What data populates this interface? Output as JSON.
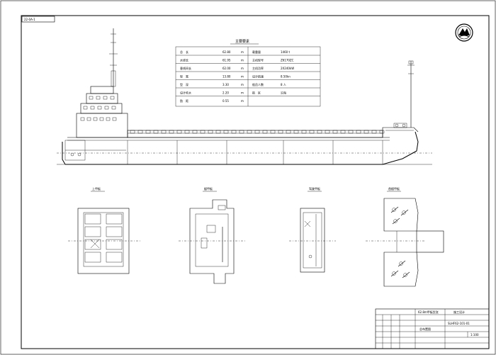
{
  "sheet": {
    "corner_tag": "22-0A-1",
    "main_title": "主要要素",
    "logo_label": "",
    "scale_note": "1:100"
  },
  "particulars_left": [
    {
      "label": "总　长",
      "value": "62.80",
      "unit": "m"
    },
    {
      "label": "水线长",
      "value": "61.95",
      "unit": "m"
    },
    {
      "label": "垂线间长",
      "value": "62.00",
      "unit": "m"
    },
    {
      "label": "型　宽",
      "value": "13.80",
      "unit": "m"
    },
    {
      "label": "型　深",
      "value": "3.30",
      "unit": "m"
    },
    {
      "label": "设计吃水",
      "value": "2.20",
      "unit": "m"
    },
    {
      "label": "肋　距",
      "value": "0.55",
      "unit": "m"
    }
  ],
  "particulars_right": [
    {
      "label": "载重量",
      "value": "1460",
      "unit": "t"
    },
    {
      "label": "主机型号",
      "value": "Z6170ZC"
    },
    {
      "label": "主机功率",
      "value": "2X240kW"
    },
    {
      "label": "设计航速",
      "value": "8.50kn"
    },
    {
      "label": "船员人数",
      "value": "8 人"
    },
    {
      "label": "航　区",
      "value": "沿海"
    }
  ],
  "plan_labels": {
    "plan1": "上甲板",
    "plan2": "艇甲板",
    "plan3": "驾驶甲板",
    "plan4": "首楼甲板"
  },
  "title_block": {
    "project": "62.8m甲板货驳",
    "phase": "施工设计",
    "drawing_no": "SLHF62-101-01",
    "drawing_name": "总布置图",
    "company": "",
    "scale": "1:100"
  }
}
